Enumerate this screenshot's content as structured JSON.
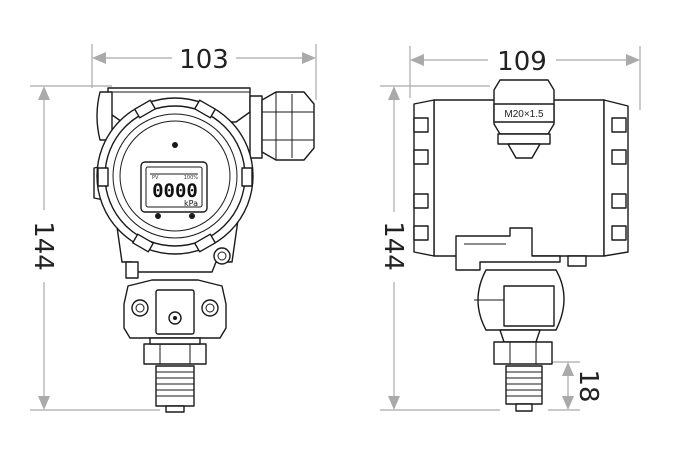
{
  "diagram": {
    "front_view": {
      "width_dimension": "103",
      "height_dimension": "144",
      "display": {
        "reading": "0000",
        "unit": "kPa",
        "bar_left_label": "PV",
        "bar_right_label": "100%"
      }
    },
    "side_view": {
      "width_dimension": "109",
      "height_dimension": "144",
      "thread_dimension": "18",
      "cable_gland_thread": "M20×1.5"
    }
  },
  "colors": {
    "dimension_lines": "#aaaaaa",
    "outline": "#1a1a1a",
    "text": "#222222"
  }
}
